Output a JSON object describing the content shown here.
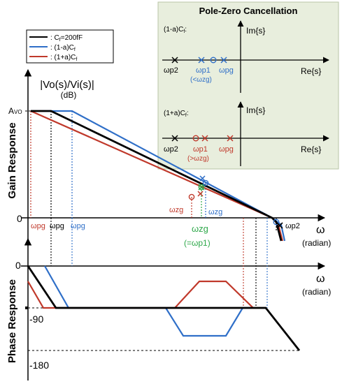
{
  "colors": {
    "black": "#000000",
    "blue": "#2f6fc8",
    "red": "#c0392b",
    "green": "#2ea84a",
    "panel_bg": "#e8eedd",
    "panel_border": "#b8c4a6"
  },
  "legend": {
    "items": [
      {
        "label": ": C",
        "sub": "f",
        "tail": "=200fF",
        "color": "#000000"
      },
      {
        "label": ": (1-a)C",
        "sub": "f",
        "tail": "",
        "color": "#2f6fc8"
      },
      {
        "label": ": (1+a)C",
        "sub": "f",
        "tail": "",
        "color": "#c0392b"
      }
    ]
  },
  "pz_panel": {
    "title": "Pole-Zero Cancellation",
    "top": {
      "condition": "(1-a)C",
      "condition_sub": "f",
      "condition_tail": ":",
      "im_label": "Im{s}",
      "re_label": "Re{s}",
      "wp2": "ωp2",
      "wp1": "ωp1",
      "wp1_note": "(<ωzg)",
      "wpg": "ωpg"
    },
    "bottom": {
      "condition": "(1+a)C",
      "condition_sub": "f",
      "condition_tail": ":",
      "im_label": "Im{s}",
      "re_label": "Re{s}",
      "wp2": "ωp2",
      "wp1": "ωp1",
      "wp1_note": "(>ωzg)",
      "wpg": "ωpg"
    }
  },
  "gain_plot": {
    "ylabel": "Gain Response",
    "yunit_title": "|Vo(s)/Vi(s)|",
    "yunit": "(dB)",
    "avo": "A",
    "avo_sub": "VO",
    "zero": "0",
    "xlabel": "ω",
    "xunit": "(radian)",
    "wpg_red": "ωpg",
    "wpg_black": "ωpg",
    "wpg_blue": "ωpg",
    "wzg_red": "ωzg",
    "wzg_blue": "ωzg",
    "wzg_green": "ωzg",
    "wzg_green_note": "(=ωp1)",
    "wp2": "ωp2"
  },
  "phase_plot": {
    "ylabel": "Phase Response",
    "zero": "0",
    "m90": "-90",
    "m180": "-180",
    "xlabel": "ω",
    "xunit": "(radian)"
  }
}
